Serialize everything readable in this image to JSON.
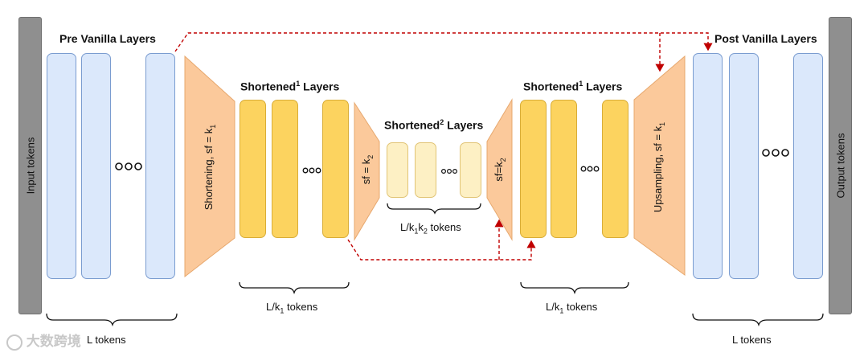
{
  "io": {
    "input_label": "Input tokens",
    "output_label": "Output tokens"
  },
  "titles": {
    "pre": "Pre Vanilla Layers",
    "post": "Post Vanilla Layers",
    "short1_left": "Shortened",
    "short1_left_sup": "1",
    "short1_left_suffix": " Layers",
    "short2": "Shortened",
    "short2_sup": "2",
    "short2_suffix": " Layers",
    "short1_right": "Shortened",
    "short1_right_sup": "1",
    "short1_right_suffix": " Layers"
  },
  "operators": {
    "shortening": "Shortening, sf = k",
    "shortening_sub": "1",
    "inner_down": "sf = k",
    "inner_down_sub": "2",
    "inner_up": "sf=k",
    "inner_up_sub": "2",
    "upsampling": "Upsampling, sf = k",
    "upsampling_sub": "1"
  },
  "captions": {
    "pre": "L tokens",
    "short1_left_a": "L/k",
    "short1_left_sub": "1",
    "short1_left_b": " tokens",
    "short2_a": "L/k",
    "short2_sub1": "1",
    "short2_mid": "k",
    "short2_sub2": "2",
    "short2_b": " tokens",
    "short1_right_a": "L/k",
    "short1_right_sub": "1",
    "short1_right_b": " tokens",
    "post": "L tokens"
  },
  "watermark": "大数跨境",
  "colors": {
    "vanilla_fill": "#dbe8fb",
    "vanilla_stroke": "#7a9cd0",
    "short1_fill": "#fcd35f",
    "short2_fill": "#fdf0c4",
    "trapezoid_fill": "#fbc99b",
    "io_bar": "#8f8f8f",
    "arrow": "#c00000"
  }
}
